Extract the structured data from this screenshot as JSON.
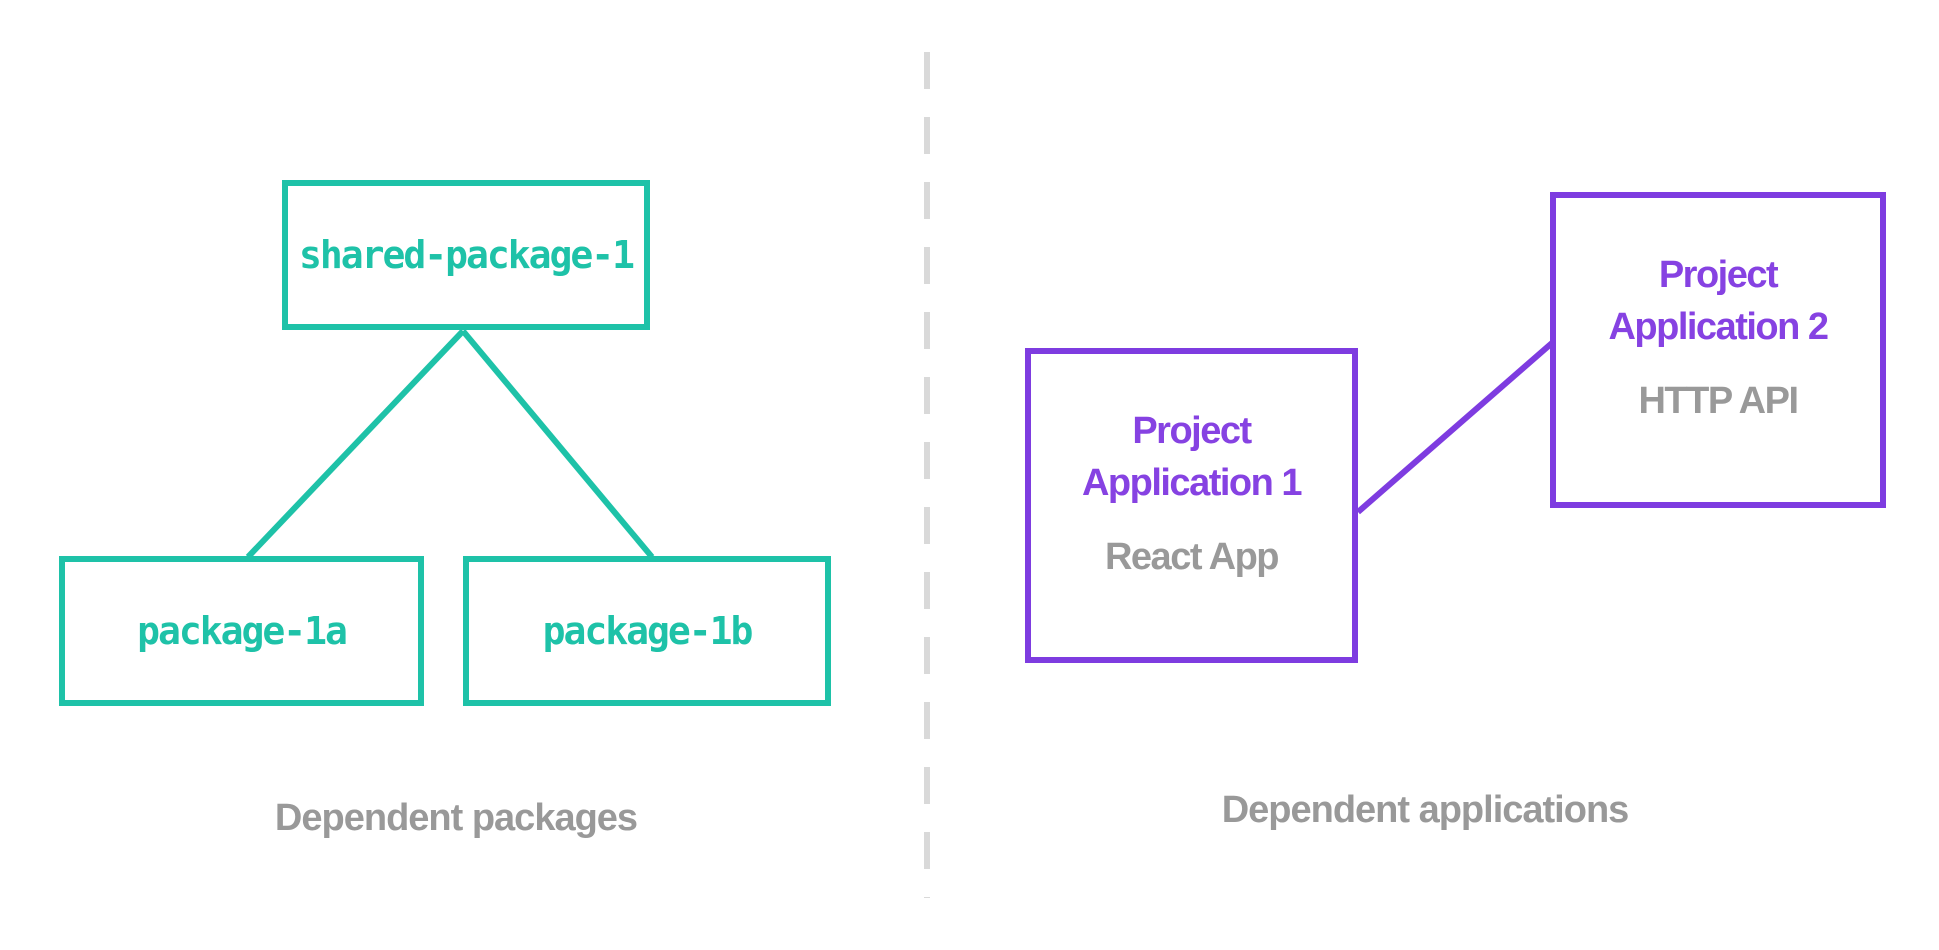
{
  "colors": {
    "teal": "#1EC2A8",
    "purple": "#7E3CE0",
    "purple_text": "#8642E2",
    "gray_text": "#999999",
    "divider": "#D9D9D9",
    "background": "#FFFFFF"
  },
  "left_panel": {
    "caption": "Dependent packages",
    "nodes": [
      {
        "id": "shared-package-1",
        "label": "shared-package-1"
      },
      {
        "id": "package-1a",
        "label": "package-1a"
      },
      {
        "id": "package-1b",
        "label": "package-1b"
      }
    ]
  },
  "right_panel": {
    "caption": "Dependent applications",
    "nodes": [
      {
        "id": "project-application-1",
        "title_lines": [
          "Project",
          "Application 1"
        ],
        "subtitle": "React App"
      },
      {
        "id": "project-application-2",
        "title_lines": [
          "Project",
          "Application 2"
        ],
        "subtitle": "HTTP API"
      }
    ]
  }
}
